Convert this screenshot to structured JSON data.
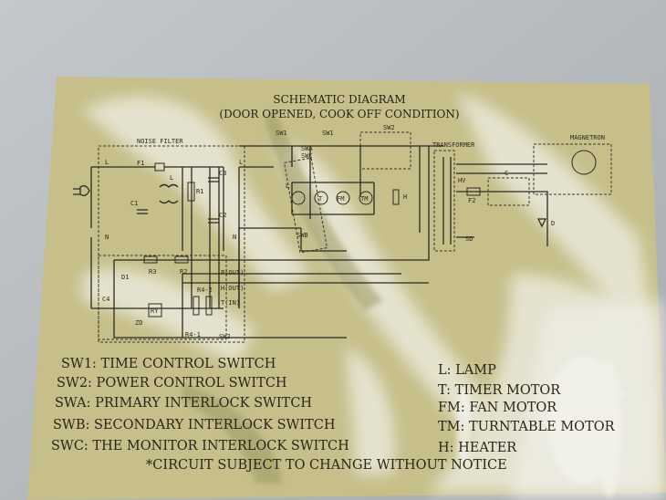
{
  "diagram": {
    "title": "SCHEMATIC DIAGRAM",
    "subtitle": "(DOOR OPENED, COOK OFF CONDITION)",
    "blocks": {
      "noise_filter": "NOISE FILTER",
      "transformer": "TRANSFORMER",
      "magnetron": "MAGNETRON"
    },
    "component_labels": {
      "f1": "F1",
      "c1": "C1",
      "l": "L",
      "r1": "R1",
      "c3": "C3",
      "c2": "C2",
      "sw1": "SW1",
      "swa": "SWA",
      "swc": "SWC",
      "sw2": "SW2",
      "swb": "SWB",
      "lamp": "L",
      "timer": "T",
      "fan": "FM",
      "turntable": "TM",
      "heater": "H",
      "f2": "F2",
      "c": "C",
      "d": "D",
      "sd": "SD",
      "hv": "HV",
      "r3": "R3",
      "r2": "R2",
      "d1": "D1",
      "c4": "C4",
      "ry": "RY",
      "zd": "ZD",
      "r4_2": "R4-2",
      "r4_1": "R4-1",
      "p_out": "P(OUT)",
      "h_out": "H(OUT)",
      "t_in": "T(IN)",
      "sw2_bottom": "SW2",
      "n1": "N",
      "n2": "N",
      "l1": "L",
      "l2": "L"
    },
    "legend_left": [
      "SW1: TIME CONTROL SWITCH",
      "SW2: POWER CONTROL SWITCH",
      "SWA: PRIMARY INTERLOCK SWITCH",
      "SWB: SECONDARY INTERLOCK SWITCH",
      "SWC: THE MONITOR INTERLOCK SWITCH"
    ],
    "legend_right": [
      "L: LAMP",
      "T: TIMER MOTOR",
      "FM: FAN MOTOR",
      "TM: TURNTABLE MOTOR",
      "H: HEATER"
    ],
    "footnote": "*CIRCUIT SUBJECT TO CHANGE WITHOUT NOTICE"
  }
}
